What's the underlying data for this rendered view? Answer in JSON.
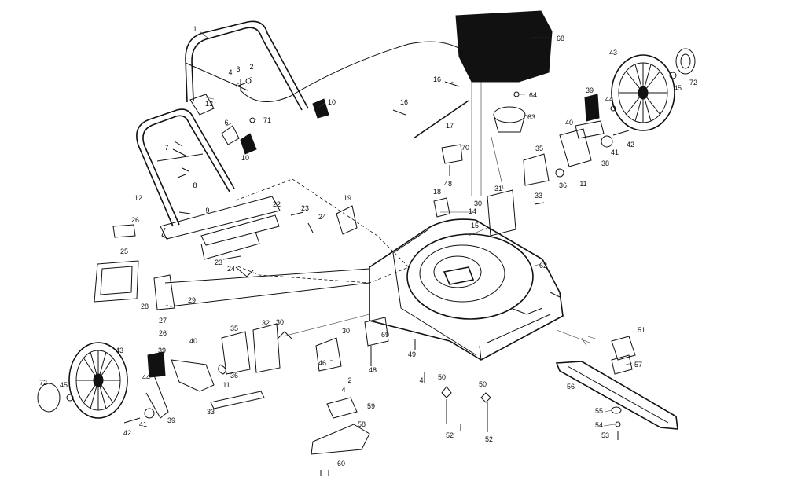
{
  "callouts": [
    {
      "id": "c1",
      "text": "1"
    },
    {
      "id": "c2a",
      "text": "2"
    },
    {
      "id": "c3",
      "text": "3"
    },
    {
      "id": "c4a",
      "text": "4"
    },
    {
      "id": "c10a",
      "text": "10"
    },
    {
      "id": "c13",
      "text": "13"
    },
    {
      "id": "c6",
      "text": "6"
    },
    {
      "id": "c71",
      "text": "71"
    },
    {
      "id": "c7",
      "text": "7"
    },
    {
      "id": "c10b",
      "text": "10"
    },
    {
      "id": "c8",
      "text": "8"
    },
    {
      "id": "c12",
      "text": "12"
    },
    {
      "id": "c9",
      "text": "9"
    },
    {
      "id": "c26a",
      "text": "26"
    },
    {
      "id": "c22",
      "text": "22"
    },
    {
      "id": "c23a",
      "text": "23"
    },
    {
      "id": "c24a",
      "text": "24"
    },
    {
      "id": "c23b",
      "text": "23"
    },
    {
      "id": "c24b",
      "text": "24"
    },
    {
      "id": "c19",
      "text": "19"
    },
    {
      "id": "c25",
      "text": "25"
    },
    {
      "id": "c28",
      "text": "28"
    },
    {
      "id": "c29",
      "text": "29"
    },
    {
      "id": "c27",
      "text": "27"
    },
    {
      "id": "c26b",
      "text": "26"
    },
    {
      "id": "c43a",
      "text": "43"
    },
    {
      "id": "c39a",
      "text": "39"
    },
    {
      "id": "c40a",
      "text": "40"
    },
    {
      "id": "c44a",
      "text": "44"
    },
    {
      "id": "c11a",
      "text": "11"
    },
    {
      "id": "c36a",
      "text": "36"
    },
    {
      "id": "c35a",
      "text": "35"
    },
    {
      "id": "c32",
      "text": "32"
    },
    {
      "id": "c30a",
      "text": "30"
    },
    {
      "id": "c72a",
      "text": "72"
    },
    {
      "id": "c45a",
      "text": "45"
    },
    {
      "id": "c41a",
      "text": "41"
    },
    {
      "id": "c39b",
      "text": "39"
    },
    {
      "id": "c42a",
      "text": "42"
    },
    {
      "id": "c33a",
      "text": "33"
    },
    {
      "id": "c46",
      "text": "46"
    },
    {
      "id": "c2b",
      "text": "2"
    },
    {
      "id": "c4b",
      "text": "4"
    },
    {
      "id": "c59",
      "text": "59"
    },
    {
      "id": "c58",
      "text": "58"
    },
    {
      "id": "c60",
      "text": "60"
    },
    {
      "id": "c30b",
      "text": "30"
    },
    {
      "id": "c69",
      "text": "69"
    },
    {
      "id": "c48a",
      "text": "48"
    },
    {
      "id": "c49",
      "text": "49"
    },
    {
      "id": "c4c",
      "text": "4"
    },
    {
      "id": "c50a",
      "text": "50"
    },
    {
      "id": "c52a",
      "text": "52"
    },
    {
      "id": "c50b",
      "text": "50"
    },
    {
      "id": "c52b",
      "text": "52"
    },
    {
      "id": "c68",
      "text": "68"
    },
    {
      "id": "c16a",
      "text": "16"
    },
    {
      "id": "c64",
      "text": "64"
    },
    {
      "id": "c16b",
      "text": "16"
    },
    {
      "id": "c17",
      "text": "17"
    },
    {
      "id": "c63",
      "text": "63"
    },
    {
      "id": "c70",
      "text": "70"
    },
    {
      "id": "c48b",
      "text": "48"
    },
    {
      "id": "c18",
      "text": "18"
    },
    {
      "id": "c14",
      "text": "14"
    },
    {
      "id": "c15",
      "text": "15"
    },
    {
      "id": "c30c",
      "text": "30"
    },
    {
      "id": "c31",
      "text": "31"
    },
    {
      "id": "c33b",
      "text": "33"
    },
    {
      "id": "c35b",
      "text": "35"
    },
    {
      "id": "c36b",
      "text": "36"
    },
    {
      "id": "c11b",
      "text": "11"
    },
    {
      "id": "c62",
      "text": "62"
    },
    {
      "id": "c43b",
      "text": "43"
    },
    {
      "id": "c45b",
      "text": "45"
    },
    {
      "id": "c72b",
      "text": "72"
    },
    {
      "id": "c39c",
      "text": "39"
    },
    {
      "id": "c44b",
      "text": "44"
    },
    {
      "id": "c40b",
      "text": "40"
    },
    {
      "id": "c41b",
      "text": "41"
    },
    {
      "id": "c42b",
      "text": "42"
    },
    {
      "id": "c38",
      "text": "38"
    },
    {
      "id": "c51",
      "text": "51"
    },
    {
      "id": "c57",
      "text": "57"
    },
    {
      "id": "c56",
      "text": "56"
    },
    {
      "id": "c55",
      "text": "55"
    },
    {
      "id": "c54",
      "text": "54"
    },
    {
      "id": "c53",
      "text": "53"
    }
  ]
}
